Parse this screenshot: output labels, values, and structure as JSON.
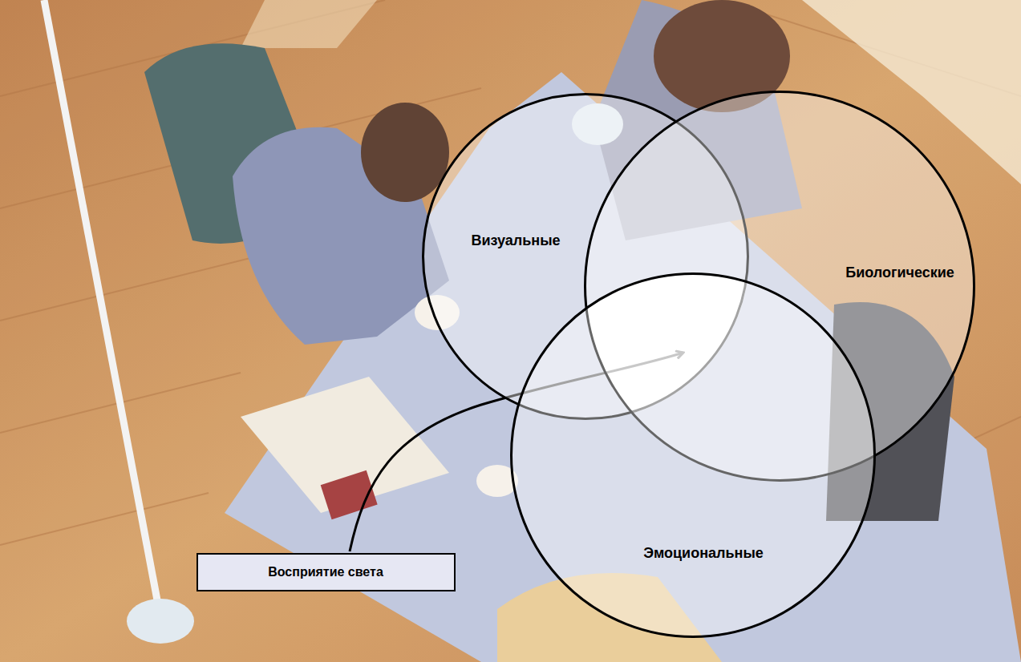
{
  "diagram": {
    "nodes": [
      {
        "text": [
          "Визуальные"
        ]
      },
      {
        "text": [
          "Биологические"
        ]
      },
      {
        "text": [
          "Эмоциональные"
        ]
      },
      {
        "text": [
          "Восприятие света"
        ]
      }
    ]
  }
}
